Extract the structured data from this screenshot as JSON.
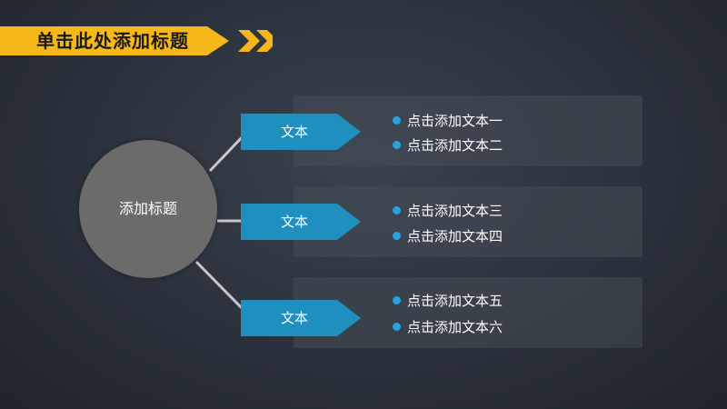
{
  "title": "单击此处添加标题",
  "hub": {
    "label": "添加标题"
  },
  "branches": [
    {
      "tag": "文本",
      "items": [
        "点击添加文本一",
        "点击添加文本二"
      ]
    },
    {
      "tag": "文本",
      "items": [
        "点击添加文本三",
        "点击添加文本四"
      ]
    },
    {
      "tag": "文本",
      "items": [
        "点击添加文本五",
        "点击添加文本六"
      ]
    }
  ],
  "colors": {
    "banner": "#f5b719",
    "tag": "#1f8fbf",
    "bullet": "#29a3dc",
    "hub": "#6b6b6b",
    "connector": "#c8c8c8"
  }
}
